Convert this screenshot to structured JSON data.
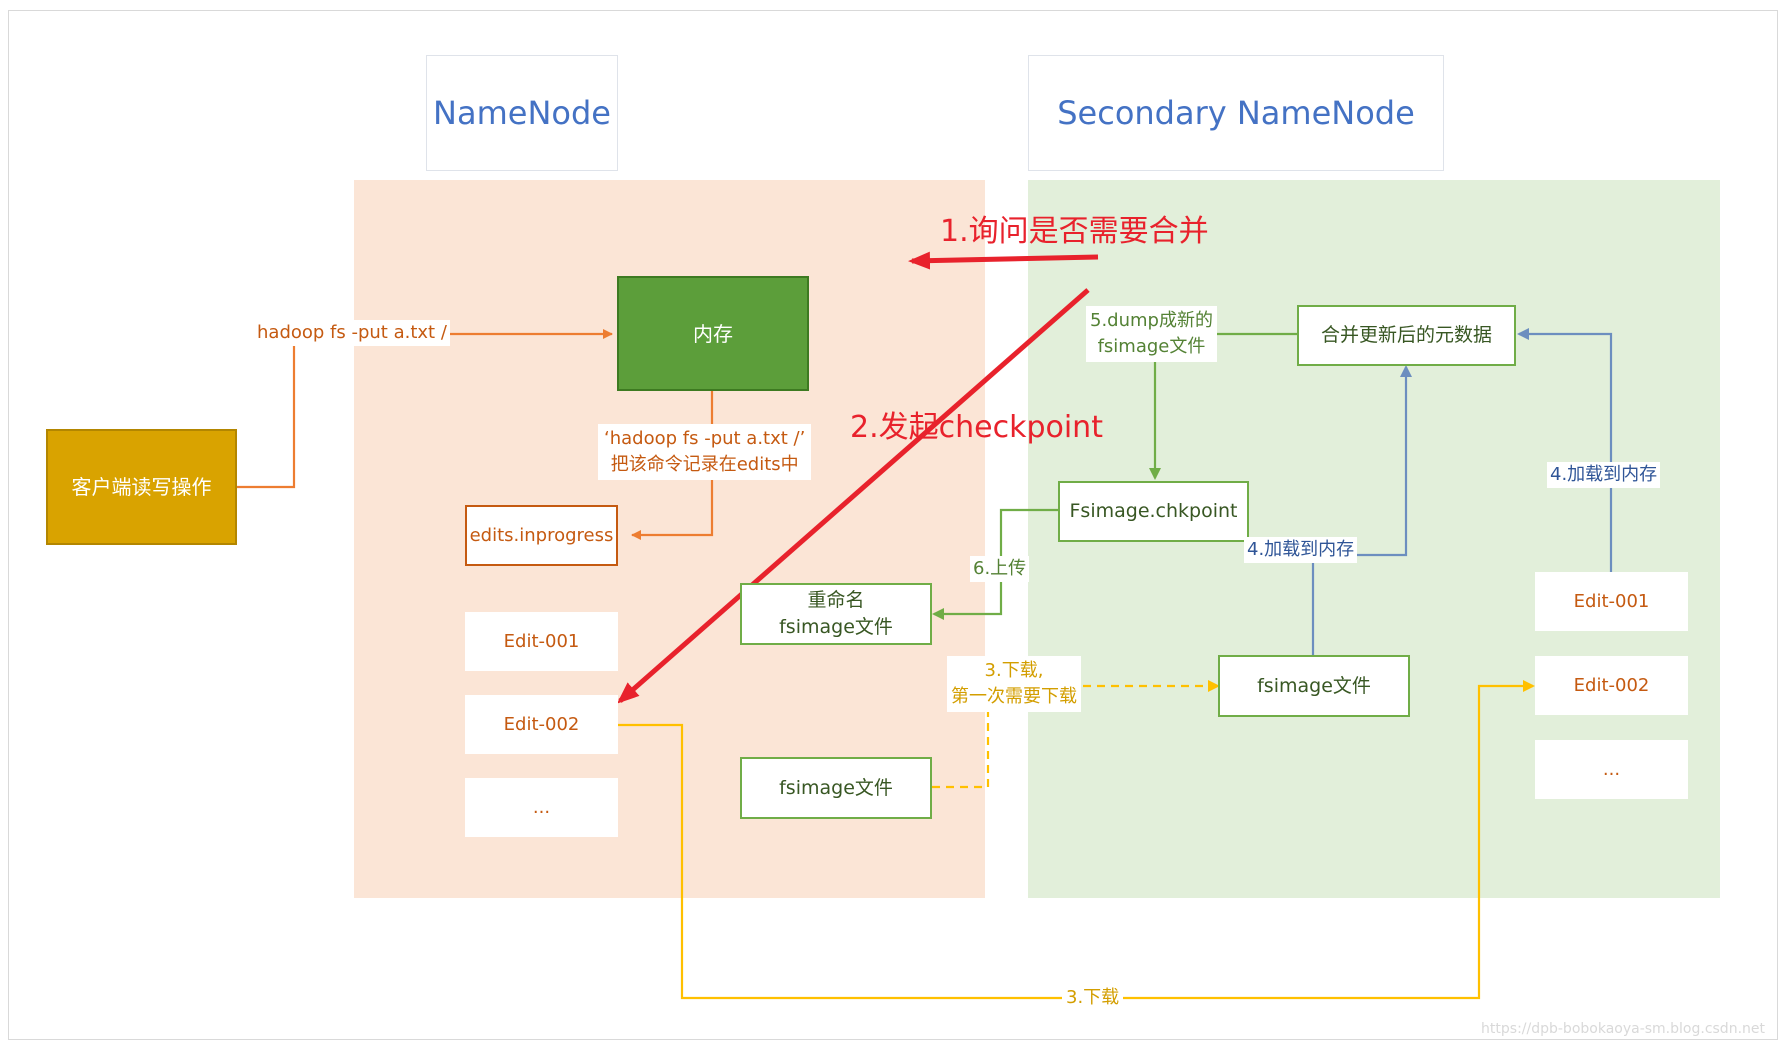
{
  "titles": {
    "namenode": "NameNode",
    "secondary": "Secondary NameNode"
  },
  "client": {
    "label": "客户端读写操作"
  },
  "namenode": {
    "memory": "内存",
    "put_command": "hadoop fs -put a.txt /",
    "record_line1": "‘hadoop fs -put a.txt /’",
    "record_line2": "把该命令记录在edits中",
    "edits_inprogress": "edits.inprogress",
    "edits": [
      "Edit-001",
      "Edit-002",
      "..."
    ],
    "renamed_line1": "重命名",
    "renamed_line2": "fsimage文件",
    "fsimage": "fsimage文件"
  },
  "secondary": {
    "merged": "合并更新后的元数据",
    "chkpoint": "Fsimage.chkpoint",
    "fsimage": "fsimage文件",
    "edits": [
      "Edit-001",
      "Edit-002",
      "..."
    ]
  },
  "steps": {
    "step1": "1.询问是否需要合并",
    "step2": "2.发起checkpoint",
    "step3_line1": "3.下载,",
    "step3_line2": "第一次需要下载",
    "step3_bottom": "3.下载",
    "step4_left": "4.加载到内存",
    "step4_right": "4.加载到内存",
    "step5_line1": "5.dump成新的",
    "step5_line2": "fsimage文件",
    "step6": "6.上传"
  },
  "watermark": "https://dpb-bobokaoya-sm.blog.csdn.net",
  "colors": {
    "namenode_bg": "#fbe5d6",
    "secondary_bg": "#e2efda",
    "orange": "#ed7d31",
    "green": "#70ad47",
    "blue": "#6c8ebf",
    "yellow": "#ffc000",
    "red": "#e8222c",
    "title_blue": "#4472c4"
  }
}
